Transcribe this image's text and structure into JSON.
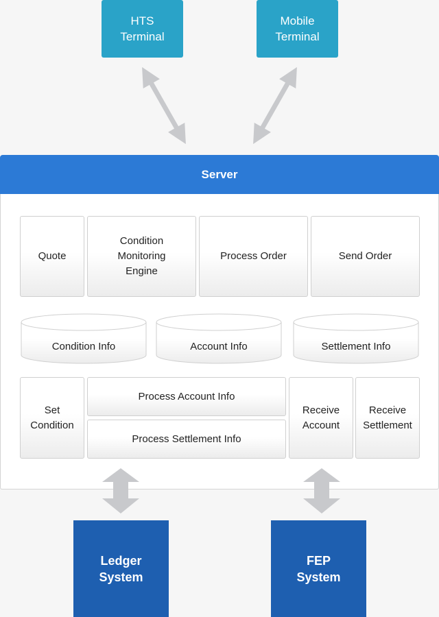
{
  "terminals": {
    "hts": "HTS\nTerminal",
    "mobile": "Mobile\nTerminal"
  },
  "server": {
    "title": "Server",
    "row1": {
      "quote": "Quote",
      "condition_engine": "Condition\nMonitoring\nEngine",
      "process_order": "Process Order",
      "send_order": "Send Order"
    },
    "databases": {
      "condition_info": "Condition Info",
      "account_info": "Account Info",
      "settlement_info": "Settlement Info"
    },
    "row3": {
      "set_condition": "Set\nCondition",
      "process_account_info": "Process Account Info",
      "process_settlement_info": "Process Settlement Info",
      "receive_account": "Receive\nAccount",
      "receive_settlement": "Receive\nSettlement"
    }
  },
  "external": {
    "ledger": "Ledger\nSystem",
    "fep": "FEP\nSystem"
  },
  "colors": {
    "terminal": "#2aa3c8",
    "server_header": "#2c7ad6",
    "external_system": "#1e5fb0",
    "arrow": "#c8c9cc"
  }
}
